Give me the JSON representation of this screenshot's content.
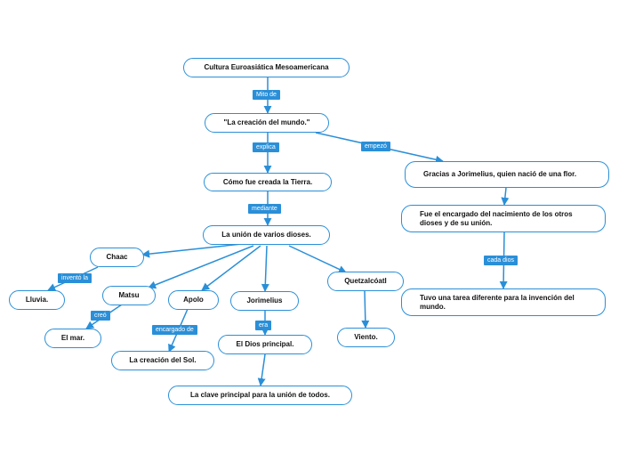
{
  "nodes": {
    "root": "Cultura Euroasiática Mesoamericana",
    "creacion": "\"La creación del mundo.\"",
    "como": "Cómo fue creada la Tierra.",
    "union": "La unión de varios dioses.",
    "chaac": "Chaac",
    "lluvia": "Lluvia.",
    "matsu": "Matsu",
    "mar": "El mar.",
    "apolo": "Apolo",
    "sol": "La creación del Sol.",
    "jorimelius": "Jorimelius",
    "dios_principal": "El Dios principal.",
    "clave": "La clave principal para la unión de todos.",
    "quetzalcoatl": "Quetzalcóatl",
    "viento": "Viento.",
    "gracias": "Gracias a Jorimelius, quien nació de una flor.",
    "encargado": "Fue el encargado del nacimiento de los otros dioses y de su unión.",
    "tarea": "Tuvo una tarea diferente para la invención del mundo."
  },
  "labels": {
    "mito_de": "Mito de",
    "explica": "explica",
    "empezo": "empezó",
    "mediante": "mediante",
    "invento_la": "inventó la",
    "creo": "creó",
    "encargado_de": "encargado de",
    "era": "era",
    "cada_dios": "cada dios"
  },
  "colors": {
    "accent": "#2a8fd8",
    "text": "#111111",
    "background": "#ffffff"
  }
}
